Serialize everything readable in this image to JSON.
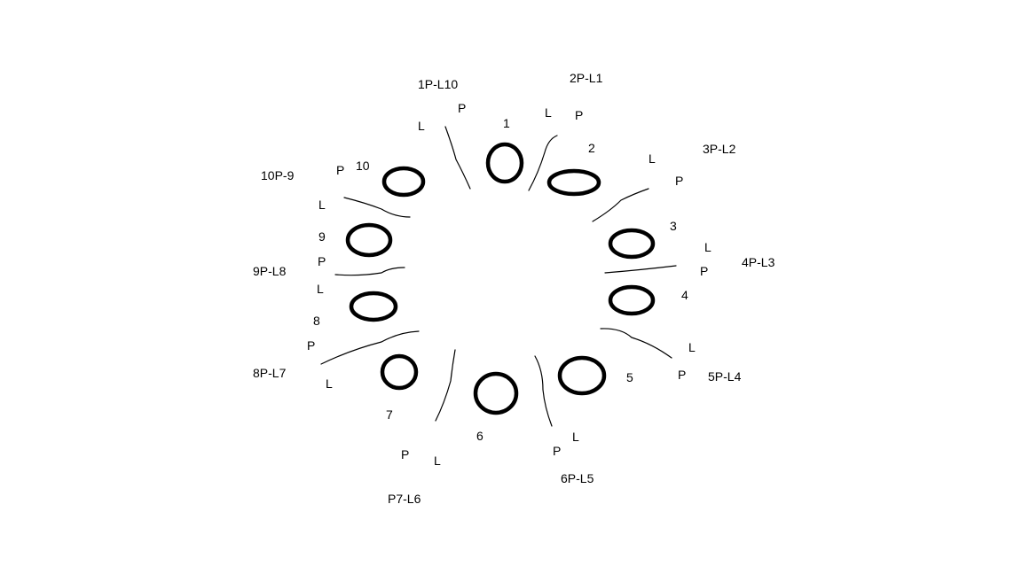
{
  "colors": {
    "background": "#ffffff",
    "ink": "#000000"
  },
  "cells": [
    {
      "number": "1"
    },
    {
      "number": "2"
    },
    {
      "number": "3"
    },
    {
      "number": "4"
    },
    {
      "number": "5"
    },
    {
      "number": "6"
    },
    {
      "number": "7"
    },
    {
      "number": "8"
    },
    {
      "number": "9"
    },
    {
      "number": "10"
    }
  ],
  "boundaries": [
    {
      "name": "1P-L10",
      "l": "L",
      "p": "P"
    },
    {
      "name": "2P-L1",
      "l": "L",
      "p": "P"
    },
    {
      "name": "3P-L2",
      "l": "L",
      "p": "P"
    },
    {
      "name": "4P-L3",
      "l": "L",
      "p": "P"
    },
    {
      "name": "5P-L4",
      "l": "L",
      "p": "P"
    },
    {
      "name": "6P-L5",
      "l": "L",
      "p": "P"
    },
    {
      "name": "P7-L6",
      "l": "L",
      "p": "P"
    },
    {
      "name": "8P-L7",
      "l": "L",
      "p": "P"
    },
    {
      "name": "9P-L8",
      "l": "L",
      "p": "P"
    },
    {
      "name": "10P-9",
      "l": "L",
      "p": "P"
    }
  ]
}
